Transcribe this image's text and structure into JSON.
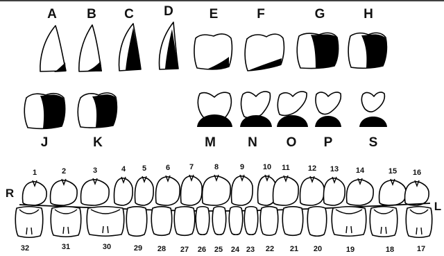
{
  "stage_letters": [
    "A",
    "B",
    "C",
    "D",
    "E",
    "F",
    "G",
    "H",
    "J",
    "K",
    "M",
    "N",
    "O",
    "P",
    "S"
  ],
  "side_labels": {
    "right": "R",
    "left": "L"
  },
  "upper_teeth": [
    "1",
    "2",
    "3",
    "4",
    "5",
    "6",
    "7",
    "8",
    "9",
    "10",
    "11",
    "12",
    "13",
    "14",
    "15",
    "16"
  ],
  "lower_teeth": [
    "32",
    "31",
    "30",
    "29",
    "28",
    "27",
    "26",
    "25",
    "24",
    "23",
    "22",
    "21",
    "20",
    "19",
    "18",
    "17"
  ]
}
